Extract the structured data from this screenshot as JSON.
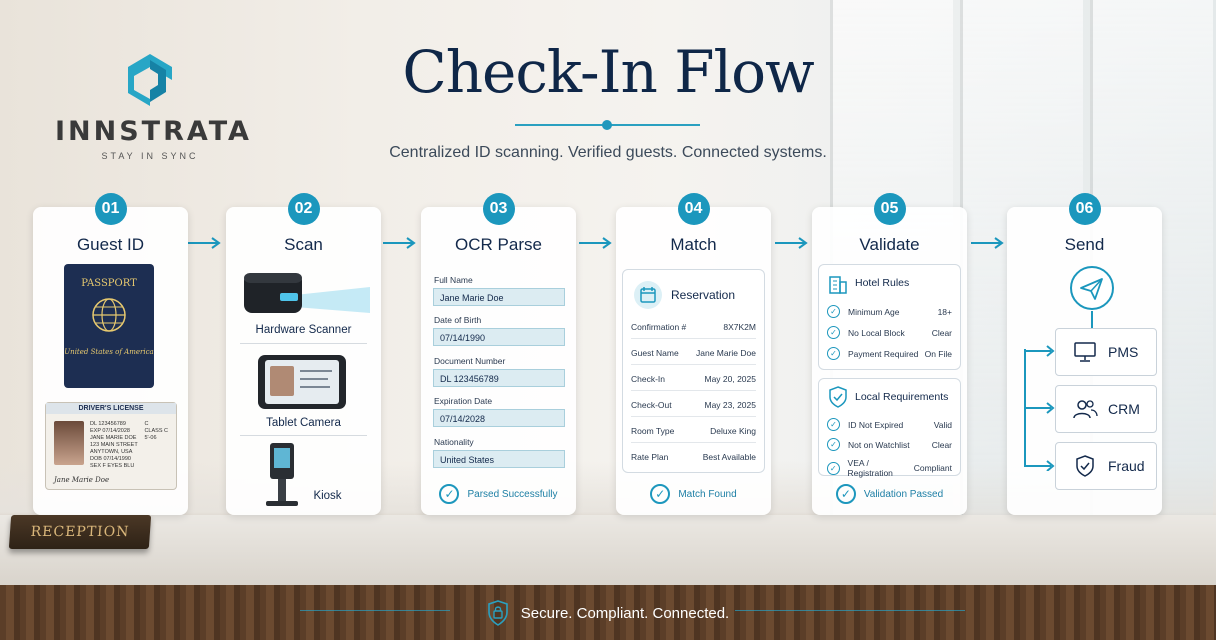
{
  "brand": {
    "name": "INNSTRATA",
    "tagline": "STAY IN SYNC"
  },
  "header": {
    "title": "Check-In Flow",
    "subtitle": "Centralized ID scanning. Verified guests. Connected systems."
  },
  "steps": [
    {
      "num": "01",
      "title": "Guest ID"
    },
    {
      "num": "02",
      "title": "Scan"
    },
    {
      "num": "03",
      "title": "OCR Parse"
    },
    {
      "num": "04",
      "title": "Match"
    },
    {
      "num": "05",
      "title": "Validate"
    },
    {
      "num": "06",
      "title": "Send"
    }
  ],
  "guest_id": {
    "passport_title": "PASSPORT",
    "passport_country": "United States of America",
    "license_title": "DRIVER'S LICENSE",
    "license_lines": [
      "DL 123456789",
      "EXP 07/14/2028",
      "JANE MARIE DOE",
      "123 MAIN STREET",
      "ANYTOWN, USA",
      "DOB 07/14/1990",
      "SEX F   EYES BLU"
    ],
    "license_class": [
      "C",
      "CLASS C",
      "5'-06"
    ],
    "license_signature": "Jane Marie Doe"
  },
  "scan": {
    "devices": [
      "Hardware Scanner",
      "Tablet Camera",
      "Kiosk"
    ]
  },
  "ocr": {
    "fields": [
      {
        "label": "Full Name",
        "value": "Jane Marie Doe"
      },
      {
        "label": "Date of Birth",
        "value": "07/14/1990"
      },
      {
        "label": "Document Number",
        "value": "DL 123456789"
      },
      {
        "label": "Expiration Date",
        "value": "07/14/2028"
      },
      {
        "label": "Nationality",
        "value": "United States"
      }
    ],
    "status": "Parsed Successfully"
  },
  "match": {
    "panel_title": "Reservation",
    "rows": [
      {
        "label": "Confirmation #",
        "value": "8X7K2M"
      },
      {
        "label": "Guest Name",
        "value": "Jane Marie Doe"
      },
      {
        "label": "Check-In",
        "value": "May 20, 2025"
      },
      {
        "label": "Check-Out",
        "value": "May 23, 2025"
      },
      {
        "label": "Room Type",
        "value": "Deluxe King"
      },
      {
        "label": "Rate Plan",
        "value": "Best Available"
      }
    ],
    "status": "Match Found"
  },
  "validate": {
    "hotel_title": "Hotel Rules",
    "hotel_rows": [
      {
        "label": "Minimum Age",
        "value": "18+"
      },
      {
        "label": "No Local Block",
        "value": "Clear"
      },
      {
        "label": "Payment Required",
        "value": "On File"
      }
    ],
    "local_title": "Local Requirements",
    "local_rows": [
      {
        "label": "ID Not Expired",
        "value": "Valid"
      },
      {
        "label": "Not on Watchlist",
        "value": "Clear"
      },
      {
        "label": "VEA / Registration",
        "value": "Compliant"
      }
    ],
    "status": "Validation Passed"
  },
  "send": {
    "targets": [
      "PMS",
      "CRM",
      "Fraud"
    ]
  },
  "footer": {
    "text": "Secure. Compliant. Connected."
  },
  "desk_sign": "RECEPTION",
  "colors": {
    "accent": "#1b97bd",
    "navy": "#13294b"
  }
}
